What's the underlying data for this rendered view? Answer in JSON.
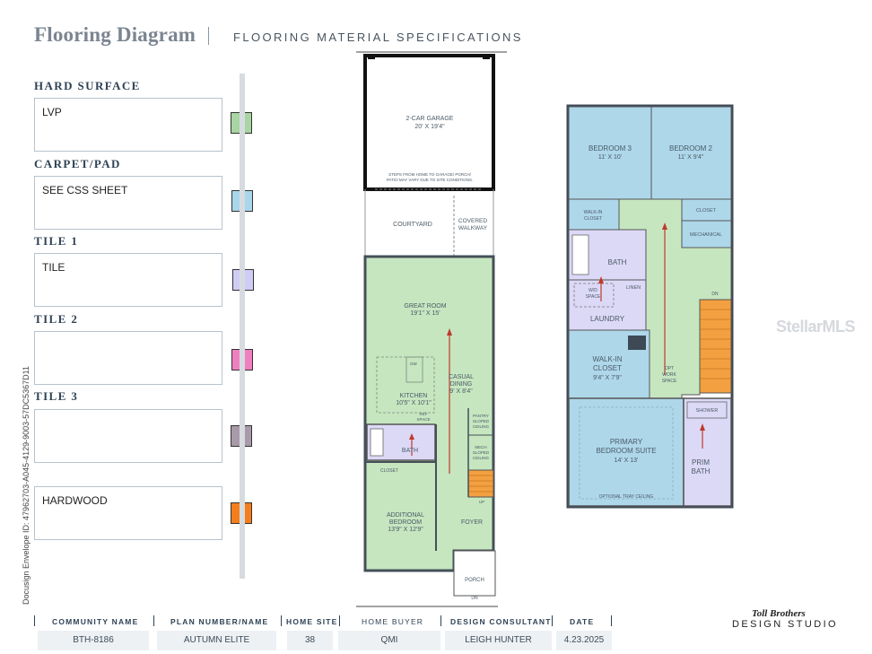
{
  "header": {
    "title": "Flooring Diagram",
    "subtitle": "FLOORING MATERIAL SPECIFICATIONS"
  },
  "legend": [
    {
      "section": "HARD SURFACE",
      "entry": "LVP",
      "color": "#a8d5a1"
    },
    {
      "section": "CARPET/PAD",
      "entry": "SEE CSS SHEET",
      "color": "#a9d6eb"
    },
    {
      "section": "TILE 1",
      "entry": "TILE",
      "color": "#d0ccf6"
    },
    {
      "section": "TILE 2",
      "entry": "",
      "color": "#f07fbf"
    },
    {
      "section": "TILE 3",
      "entry": "",
      "color": "#a89aa8"
    },
    {
      "section": "",
      "entry": "HARDWOOD",
      "color": "#f47e1c"
    }
  ],
  "plan_first_floor": {
    "garage_name": "2-CAR GARAGE",
    "garage_dims": "20' X 19'4\"",
    "garage_note_1": "STEPS FROM HOME TO GARAGE/ PORCH/",
    "garage_note_2": "PATIO MAY VARY DUE TO SITE CONDITIONS.",
    "courtyard": "COURTYARD",
    "covered_walkway_1": "COVERED",
    "covered_walkway_2": "WALKWAY",
    "great_room_name": "GREAT ROOM",
    "great_room_dims": "19'1\" X 15'",
    "kitchen_name": "KITCHEN",
    "kitchen_dims": "10'5\" X 10'1\"",
    "casual_dining_1": "CASUAL",
    "casual_dining_2": "DINING",
    "casual_dining_dims": "9' X 8'4\"",
    "dw": "DW",
    "ref_space_1": "REF",
    "ref_space_2": "SPACE",
    "pantry_1": "PANTRY",
    "pantry_2": "SLOPED",
    "pantry_3": "CEILING",
    "mech_1": "MECH",
    "mech_2": "SLOPED",
    "mech_3": "CEILING",
    "bath": "BATH",
    "closet": "CLOSET",
    "up": "UP",
    "additional_bedroom_1": "ADDITIONAL",
    "additional_bedroom_2": "BEDROOM",
    "additional_bedroom_dims": "13'9\" X 12'9\"",
    "foyer": "FOYER",
    "porch": "PORCH",
    "dn": "DN"
  },
  "plan_second_floor": {
    "bedroom3_name": "BEDROOM 3",
    "bedroom3_dims": "11' X 10'",
    "bedroom2_name": "BEDROOM 2",
    "bedroom2_dims": "11' X 9'4\"",
    "walkin_closet_1": "WALK-IN",
    "walkin_closet_2": "CLOSET",
    "closet": "CLOSET",
    "mechanical": "MECHANICAL",
    "bath": "BATH",
    "linen": "LINEN",
    "wd_space_1": "W/D",
    "wd_space_2": "SPACE",
    "laundry": "LAUNDRY",
    "dn": "DN",
    "opt_work_1": "OPT",
    "opt_work_2": "WORK",
    "opt_work_3": "SPACE",
    "walkin_big_1": "WALK-IN",
    "walkin_big_2": "CLOSET",
    "walkin_big_dims": "9'4\" X 7'9\"",
    "shower": "SHOWER",
    "primary_1": "PRIMARY",
    "primary_2": "BEDROOM SUITE",
    "primary_dims": "14' X 13'",
    "prim_bath_1": "PRIM",
    "prim_bath_2": "BATH",
    "tray_ceiling": "OPTIONAL TRAY CEILING"
  },
  "docusign": "Docusign Envelope ID: 47962703-A045-4129-9003-57DC5367D11",
  "watermark": "StellarMLS",
  "info": {
    "labels": [
      "COMMUNITY NAME",
      "PLAN NUMBER/NAME",
      "HOME SITE",
      "HOME BUYER",
      "DESIGN CONSULTANT",
      "DATE"
    ],
    "values": [
      "BTH-8186",
      "AUTUMN ELITE",
      "38",
      "QMI",
      "LEIGH HUNTER",
      "4.23.2025"
    ]
  },
  "logo": {
    "brand": "Toll Brothers",
    "studio": "DESIGN STUDIO"
  }
}
